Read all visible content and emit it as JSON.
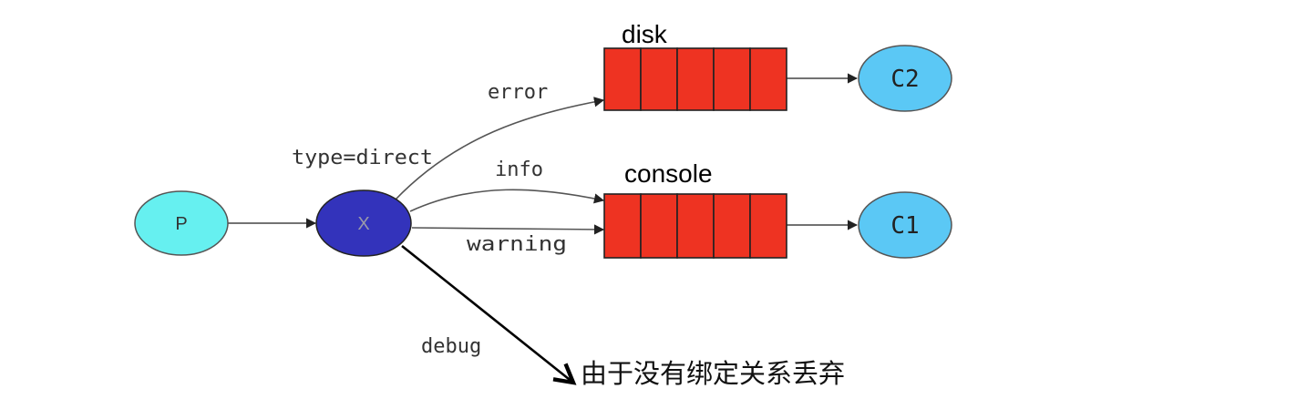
{
  "nodes": {
    "producer": {
      "label": "P",
      "color": "#66f0f0"
    },
    "exchange": {
      "label": "X",
      "color": "#3333bb"
    },
    "consumer_2": {
      "label": "C2",
      "color": "#5bc8f5"
    },
    "consumer_1": {
      "label": "C1",
      "color": "#5bc8f5"
    }
  },
  "queues": {
    "disk": {
      "name": "disk",
      "cells": 5,
      "color": "#ee3322"
    },
    "console": {
      "name": "console",
      "cells": 5,
      "color": "#ee3322"
    }
  },
  "exchange_type": "type=direct",
  "bindings": {
    "error": "error",
    "info": "info",
    "warning": "warning",
    "debug": "debug"
  },
  "discard_note": "由于没有绑定关系丢弃"
}
